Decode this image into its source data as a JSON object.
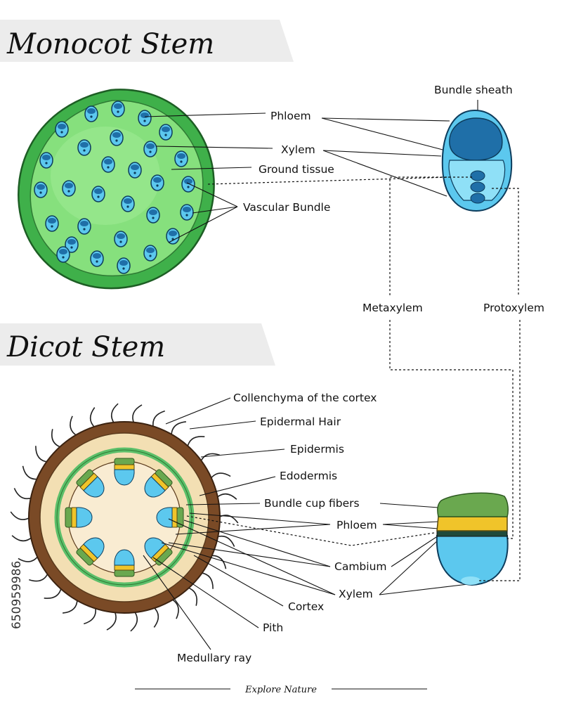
{
  "titles": {
    "monocot": "Monocot Stem",
    "dicot": "Dicot Stem"
  },
  "monocot_labels": {
    "bundle_sheath": "Bundle sheath",
    "phloem": "Phloem",
    "xylem": "Xylem",
    "ground_tissue": "Ground tissue",
    "vascular_bundle": "Vascular Bundle",
    "metaxylem": "Metaxylem",
    "protoxylem": "Protoxylem"
  },
  "dicot_labels": {
    "collenchyma": "Collenchyma of the cortex",
    "epidermal_hair": "Epidermal Hair",
    "epidermis": "Epidermis",
    "edodermis": "Edodermis",
    "bundle_cup_fibers": "Bundle cup fibers",
    "phloem": "Phloem",
    "cambium": "Cambium",
    "xylem": "Xylem",
    "cortex": "Cortex",
    "pith": "Pith",
    "medullary_ray": "Medullary ray"
  },
  "footer": "Explore Nature",
  "stock_id": "650959986",
  "colors": {
    "monocot_outer": "#3fb04a",
    "monocot_inner": "#86e07d",
    "bundle_blue": "#5cc8ee",
    "bundle_dark": "#1f6fa8",
    "dicot_bark": "#7a4a26",
    "dicot_cortex": "#f3dfb3",
    "dicot_ring": "#5cbf6a",
    "cambium_yellow": "#f0c42a",
    "bundle_green": "#6aa84f"
  }
}
